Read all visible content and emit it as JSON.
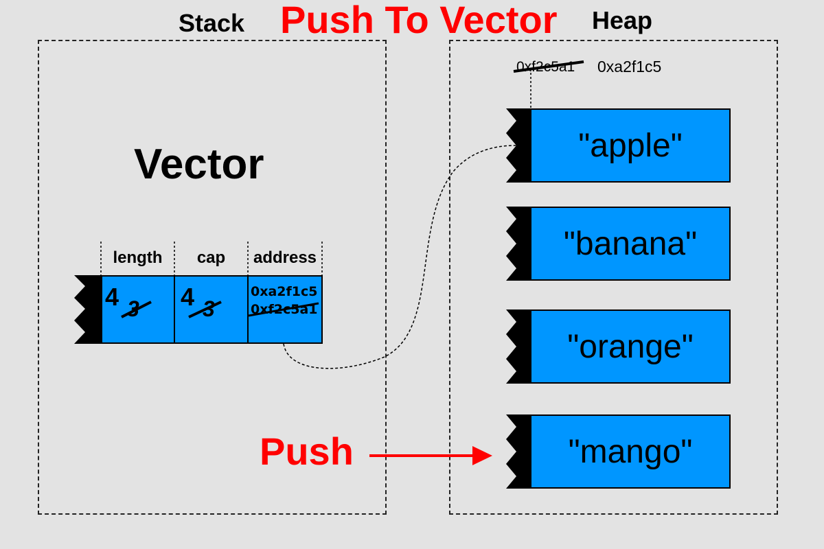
{
  "title": "Push To Vector",
  "stack": {
    "label": "Stack",
    "vector_title": "Vector",
    "columns": {
      "length": "length",
      "cap": "cap",
      "address": "address"
    },
    "values": {
      "length_new": "4",
      "length_old": "3",
      "cap_new": "4",
      "cap_old": "3",
      "address_new": "0xa2f1c5",
      "address_old": "0xf2c5a1"
    }
  },
  "heap": {
    "label": "Heap",
    "address_old": "0xf2c5a1",
    "address_new": "0xa2f1c5",
    "items": [
      "\"apple\"",
      "\"banana\"",
      "\"orange\"",
      "\"mango\""
    ]
  },
  "push_label": "Push",
  "colors": {
    "title_red": "#ff0000",
    "cell_blue": "#0096ff",
    "background": "#e3e3e3"
  }
}
